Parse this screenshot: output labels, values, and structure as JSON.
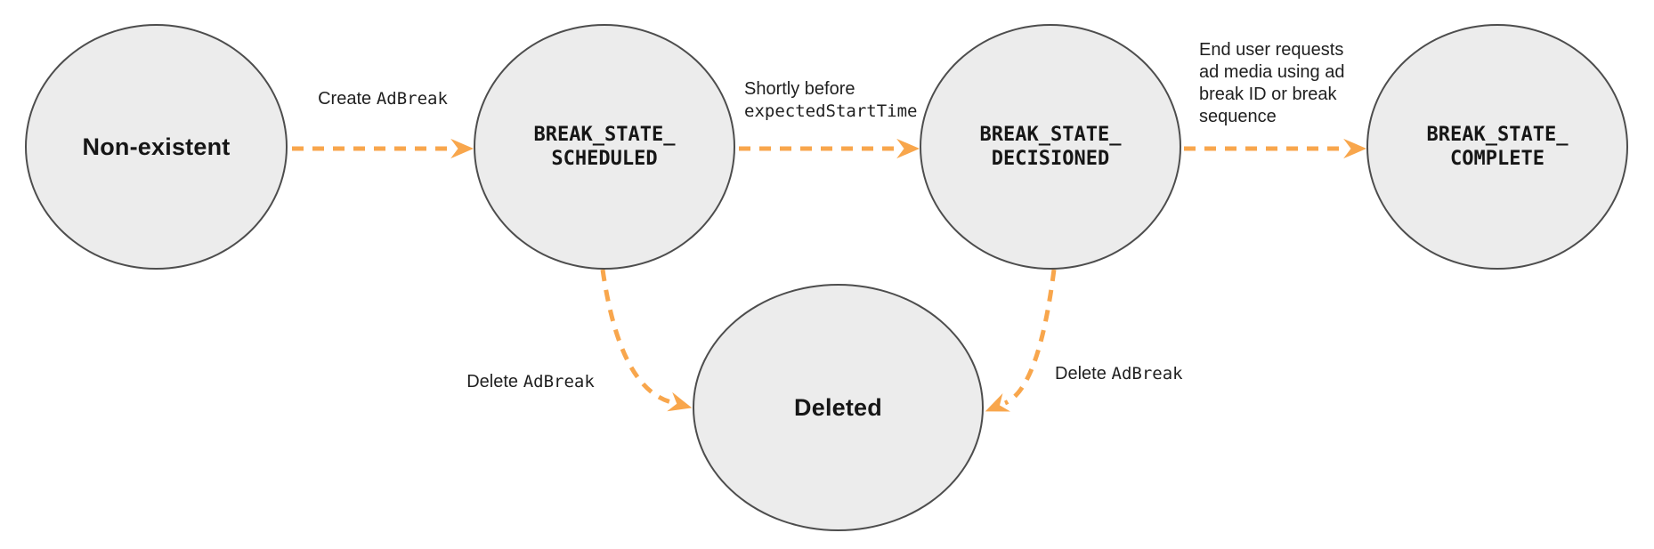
{
  "nodes": {
    "non_existent": {
      "label": "Non-existent"
    },
    "scheduled": {
      "line1": "BREAK_STATE_",
      "line2": "SCHEDULED"
    },
    "decisioned": {
      "line1": "BREAK_STATE_",
      "line2": "DECISIONED"
    },
    "complete": {
      "line1": "BREAK_STATE_",
      "line2": "COMPLETE"
    },
    "deleted": {
      "label": "Deleted"
    }
  },
  "edges": {
    "create": {
      "text": "Create",
      "code": "AdBreak"
    },
    "shortly_before": {
      "text": "Shortly before",
      "code": "expectedStartTime"
    },
    "end_user": {
      "lines": [
        "End user requests",
        "ad media using ad",
        "break ID or break",
        "sequence"
      ]
    },
    "delete_from_scheduled": {
      "text": "Delete",
      "code": "AdBreak"
    },
    "delete_from_decisioned": {
      "text": "Delete",
      "code": "AdBreak"
    }
  },
  "colors": {
    "arrow_orange": "#F8A64C",
    "node_fill": "#ECECEC",
    "node_border": "#4D4D4D",
    "text": "#1F1F1F"
  }
}
